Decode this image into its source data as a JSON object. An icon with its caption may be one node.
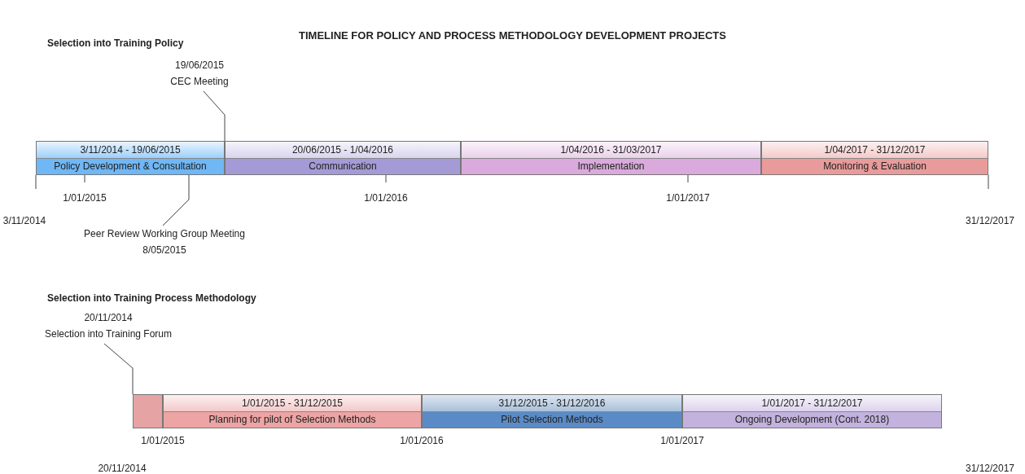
{
  "diagram": {
    "title": "TIMELINE FOR POLICY AND PROCESS METHODOLOGY DEVELOPMENT PROJECTS",
    "nodes": [
      {
        "text": [
          "19/06/2015",
          "CEC Meeting"
        ]
      },
      {
        "text": [
          "3/11/2014 - 19/06/2015",
          "Policy Development & Consultation"
        ]
      },
      {
        "text": [
          "20/06/2015 - 1/04/2016",
          "Communication"
        ]
      },
      {
        "text": [
          "1/04/2016 - 31/03/2017",
          "Implementation"
        ]
      },
      {
        "text": [
          "1/04/2017 - 31/12/2017",
          "Monitoring & Evaluation"
        ]
      },
      {
        "text": [
          "Peer Review Working Group Meeting",
          "8/05/2015"
        ]
      },
      {
        "text": [
          "20/11/2014",
          "Selection into Training Forum"
        ]
      },
      {
        "text": [],
        "shape": "box"
      },
      {
        "text": [
          "1/01/2015 - 31/12/2015",
          "Planning for pilot of Selection Methods"
        ]
      },
      {
        "text": [
          "31/12/2015 - 31/12/2016",
          "Pilot Selection Methods"
        ]
      },
      {
        "text": [
          "1/01/2017 - 31/12/2017",
          "Ongoing Development (Cont. 2018)"
        ]
      }
    ],
    "edges": [
      {
        "from": 0,
        "to": 1,
        "arrow": "none"
      },
      {
        "from": 5,
        "to": 1,
        "arrow": "none"
      },
      {
        "from": 6,
        "to": 7,
        "arrow": "none"
      }
    ],
    "labels": [
      "Selection into Training Policy",
      "1/01/2015",
      "1/01/2016",
      "1/01/2017",
      "3/11/2014",
      "31/12/2017",
      "Selection into Training Process Methodology",
      "1/01/2015",
      "1/01/2016",
      "1/01/2017",
      "20/11/2014",
      "31/12/2017"
    ]
  }
}
